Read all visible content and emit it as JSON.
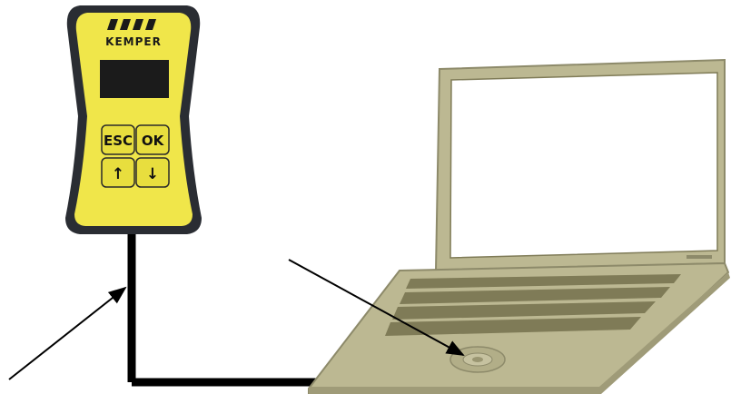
{
  "device": {
    "brand": "KEMPER",
    "buttons": {
      "esc": "ESC",
      "ok": "OK",
      "up": "↑",
      "down": "↓"
    }
  },
  "colors": {
    "device_body": "#f0e64a",
    "device_shell": "#2a2d33",
    "display": "#1b1b1b",
    "laptop_body": "#bcb892",
    "laptop_edge": "#8d8a6a",
    "keyboard_slot": "#7f7b57",
    "screen": "#ffffff",
    "cable": "#000000"
  }
}
